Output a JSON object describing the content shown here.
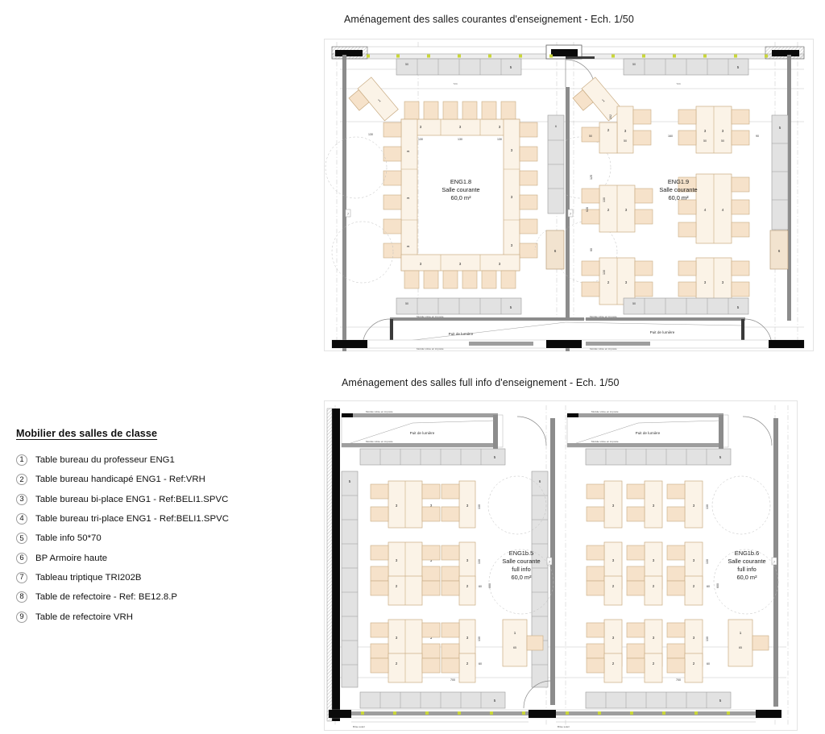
{
  "titles": {
    "top_plan": "Aménagement des salles courantes d'enseignement - Ech. 1/50",
    "bottom_plan": "Aménagement des salles full info d'enseignement - Ech. 1/50"
  },
  "legend": {
    "heading": "Mobilier des salles de  classe",
    "items": [
      {
        "num": "1",
        "label": "Table bureau du professeur ENG1"
      },
      {
        "num": "2",
        "label": "Table bureau handicapé ENG1 - Ref:VRH"
      },
      {
        "num": "3",
        "label": "Table bureau bi-place ENG1 - Ref:BELI1.SPVC"
      },
      {
        "num": "4",
        "label": "Table bureau tri-place ENG1 - Ref:BELI1.SPVC"
      },
      {
        "num": "5",
        "label": "Table info 50*70"
      },
      {
        "num": "6",
        "label": "BP Armoire haute"
      },
      {
        "num": "7",
        "label": "Tableau triptique TRI202B"
      },
      {
        "num": "8",
        "label": "Table de refectoire - Ref: BE12.8.P"
      },
      {
        "num": "9",
        "label": "Table de refectoire VRH"
      }
    ]
  },
  "rooms": {
    "eng18": {
      "code": "ENG1.8",
      "type": "Salle courante",
      "area": "60,0 m²"
    },
    "eng19": {
      "code": "ENG1.9",
      "type": "Salle courante",
      "area": "60,0 m²"
    },
    "eng1b5": {
      "code": "ENG1b.5",
      "type_line1": "Salle courante",
      "type_line2": "full info",
      "area": "60,0 m²"
    },
    "eng1b6": {
      "code": "ENG1b.6",
      "type_line1": "Salle courante",
      "type_line2": "full info",
      "area": "60,0 m²"
    }
  },
  "annotations": {
    "puit_lumiere": "Puit de lumière",
    "module_vitree": "Module vitrée en imposte",
    "brise_soleil": "Brise soleil"
  },
  "dimensions": {
    "width_724": "724",
    "width_700": "700",
    "height_628": "628",
    "height_600": "600",
    "d_130": "130",
    "d_150": "150",
    "d_160": "160",
    "d_50": "50",
    "d_60": "60",
    "d_65": "65",
    "d_80": "80",
    "d_90": "90",
    "d_120": "120",
    "d_202": "202",
    "d_125": "125",
    "d_115": "115",
    "d_720": "720"
  },
  "furniture_tags": {
    "teacher_desk": "1",
    "handicap_desk": "2",
    "biplace_desk": "3",
    "triplace_desk": "4",
    "info_table": "5",
    "tall_cabinet": "6",
    "triptych_board": "7"
  },
  "colors": {
    "table_fill": "#fbf3e7",
    "chair_fill": "#f6e2ca",
    "table_stroke": "#c9ab82",
    "cabinet_fill": "#e2e2e2",
    "cabinet_stroke": "#9a9a9a",
    "wall_dark": "#0a0a0a",
    "wall_gray": "#8c8c8c",
    "thin_line": "#b5b5b5",
    "dash_line": "#b0b0b0",
    "window_marker": "#c9d63a",
    "text": "#1a1a1a"
  }
}
